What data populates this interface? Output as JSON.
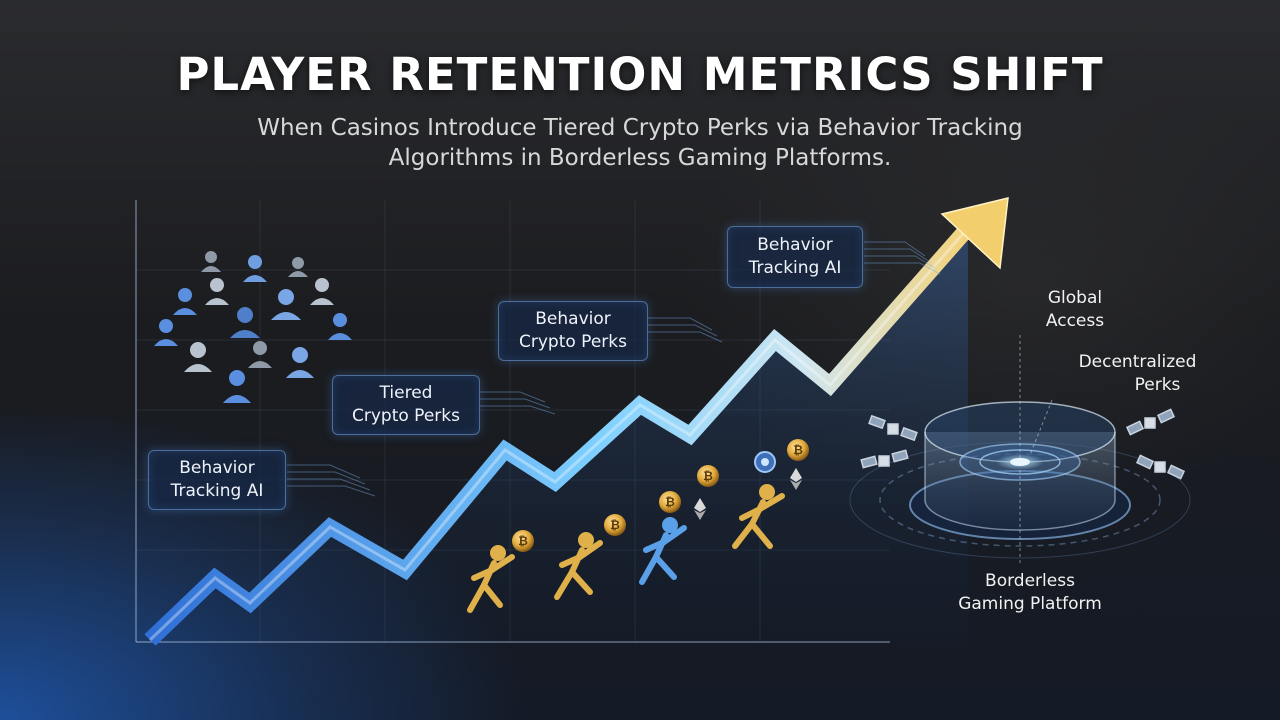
{
  "title": "PLAYER RETENTION METRICS SHIFT",
  "subtitle": {
    "line1": "When Casinos Introduce Tiered Crypto Perks via Behavior Tracking",
    "line2": "Algorithms in Borderless Gaming Platforms."
  },
  "callouts": [
    {
      "line1": "Behavior",
      "line2": "Tracking AI"
    },
    {
      "line1": "Tiered",
      "line2": "Crypto Perks"
    },
    {
      "line1": "Behavior",
      "line2": "Crypto Perks"
    },
    {
      "line1": "Behavior",
      "line2": "Tracking AI"
    }
  ],
  "platform": {
    "global_access": {
      "line1": "Global",
      "line2": "Access"
    },
    "decentralized_perks": {
      "line1": "Decentralized",
      "line2": "Perks"
    },
    "platform_name": {
      "line1": "Borderless",
      "line2": "Gaming Platform"
    }
  },
  "coin_symbol": "₿",
  "colors": {
    "line_start": "#3a7fe0",
    "line_mid": "#7fd0ff",
    "line_end": "#f4d27a",
    "coin": "#e0a93a",
    "runner_gold": "#e6b54a",
    "runner_blue": "#5aa0e8",
    "player_icon": "#8fb3e6"
  }
}
